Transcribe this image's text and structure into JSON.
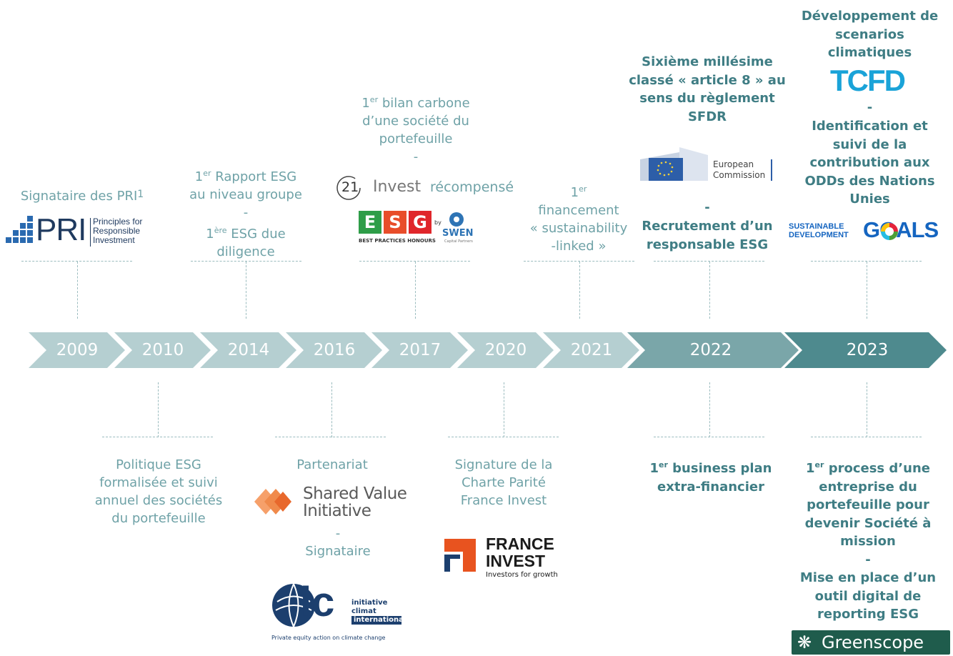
{
  "timeline": {
    "years": [
      "2009",
      "2010",
      "2014",
      "2016",
      "2017",
      "2020",
      "2021",
      "2022",
      "2023"
    ],
    "colors": {
      "light": "#b5cfd1",
      "mid": "#7aa6a9",
      "dark": "#4e8a8e",
      "text_light": "#6fa2a7",
      "text_dark": "#3f7d84"
    }
  },
  "events": {
    "e2009": {
      "line1": "Signataire des PRI",
      "sup": "1"
    },
    "e2010": {
      "text": "Politique ESG formalisée et suivi annuel des sociétés du portefeuille"
    },
    "e2014": {
      "l1_sup": "er",
      "l1": " Rapport ESG",
      "l2": "au niveau groupe",
      "dash": "-",
      "l3_sup": "ère",
      "l3": " ESG due",
      "l4": "diligence",
      "one": "1"
    },
    "e2016": {
      "label": "Partenariat",
      "dash": "-",
      "label2": "Signataire"
    },
    "e2017": {
      "one": "1",
      "sup": "er",
      "l1": " bilan carbone",
      "l2": "d’une société du",
      "l3": "portefeuille",
      "dash": "-",
      "award": "récompensé"
    },
    "e2020": {
      "text": "Signature de la Charte Parité France Invest"
    },
    "e2021": {
      "one": "1",
      "sup": "er",
      "l2": "financement",
      "l3": "« sustainability",
      "l4": "-linked »"
    },
    "e2022_top": {
      "text": "Sixième millésime classé « article 8 » au sens du règlement SFDR",
      "dash": "-",
      "text2": "Recrutement d’un responsable ESG"
    },
    "e2022_bottom": {
      "one": "1",
      "sup": "er",
      "l1": " business plan",
      "l2": "extra-financier"
    },
    "e2023_top": {
      "text": "Développement de scenarios climatiques",
      "dash": "-",
      "text2": "Identification et suivi de la contribution aux ODDs des Nations Unies"
    },
    "e2023_bottom": {
      "one": "1",
      "sup": "er",
      "l1": " process d’une",
      "rest": "entreprise du portefeuille pour devenir Société à mission",
      "dash": "-",
      "text2": "Mise en place d’un outil digital de reporting ESG"
    }
  },
  "logos": {
    "pri": {
      "name": "PRI",
      "sub1": "Principles for",
      "sub2": "Responsible",
      "sub3": "Investment"
    },
    "invest21": {
      "num": "21",
      "word": "Invest"
    },
    "esg": {
      "letters": [
        "E",
        "S",
        "G"
      ],
      "sub": "BEST PRACTICES HONOURS",
      "by": "by",
      "swen": "SWEN",
      "swen_sub": "Capital Partners"
    },
    "ec": {
      "l1": "European",
      "l2": "Commission"
    },
    "tcfd": {
      "name": "TCFD"
    },
    "sdg": {
      "l1": "SUSTAINABLE",
      "l2": "DEVELOPMENT",
      "word": "GOALS"
    },
    "svi": {
      "l1": "Shared Value",
      "l2": "Initiative"
    },
    "france_invest": {
      "l1": "FRANCE",
      "l2": "INVEST",
      "l3": "Investors for growth"
    },
    "ici": {
      "l1": "initiative",
      "l2": "climat",
      "l3": "international",
      "tagline": "Private equity action on climate change"
    },
    "greenscope": {
      "name": "Greenscope"
    }
  }
}
